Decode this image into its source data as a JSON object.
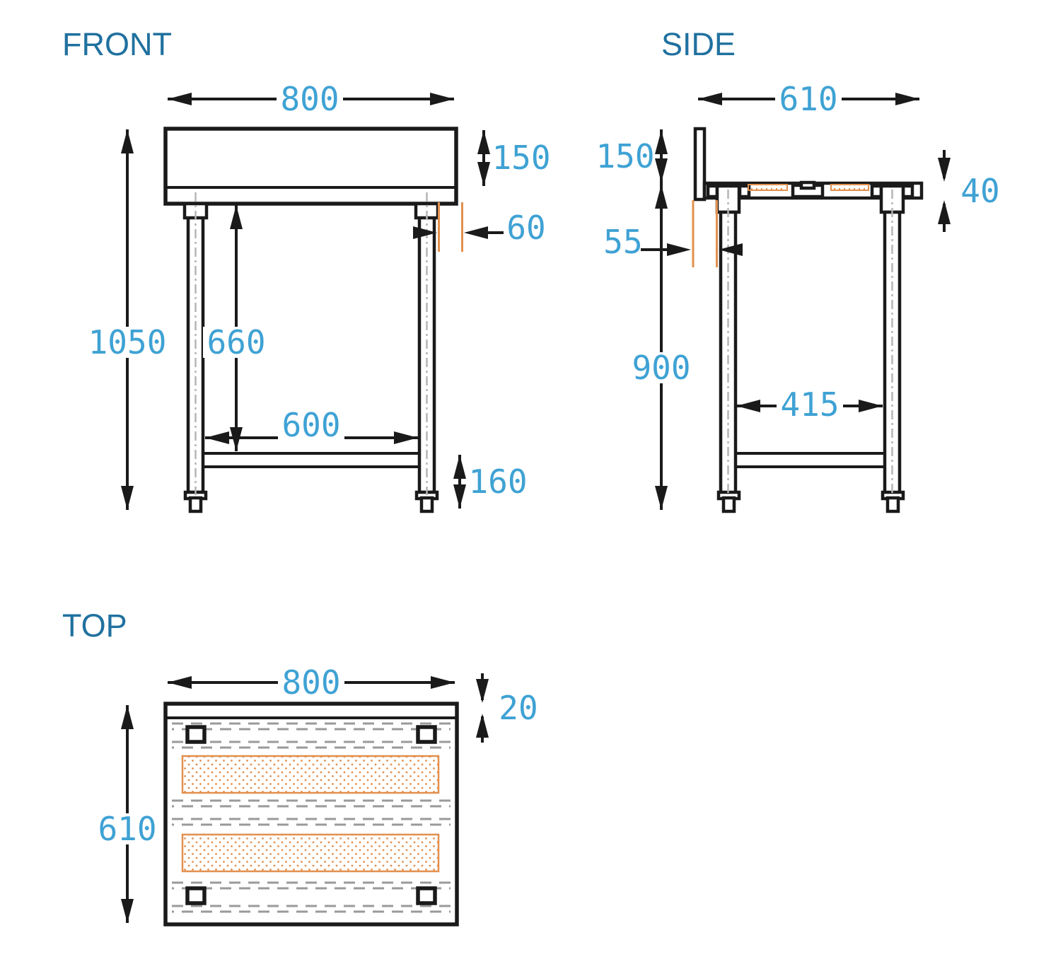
{
  "views": {
    "front": {
      "title": "FRONT",
      "dims": {
        "width": "800",
        "backsplash_height": "150",
        "leg_inset": "60",
        "overall_height": "1050",
        "clearance_height": "660",
        "leg_spacing": "600",
        "brace_height": "160"
      }
    },
    "side": {
      "title": "SIDE",
      "dims": {
        "depth": "610",
        "backsplash_height": "150",
        "worktop_thickness": "40",
        "backsplash_offset": "55",
        "worktop_height": "900",
        "leg_spacing": "415"
      }
    },
    "top": {
      "title": "TOP",
      "dims": {
        "width": "800",
        "edge_strip": "20",
        "depth": "610"
      }
    }
  },
  "colors": {
    "line_black": "#1a1a1a",
    "title_blue": "#20719f",
    "dimension_blue": "#3fa2d4",
    "accent_orange": "#e2904e",
    "hidden_gray": "#9a9a9a"
  }
}
